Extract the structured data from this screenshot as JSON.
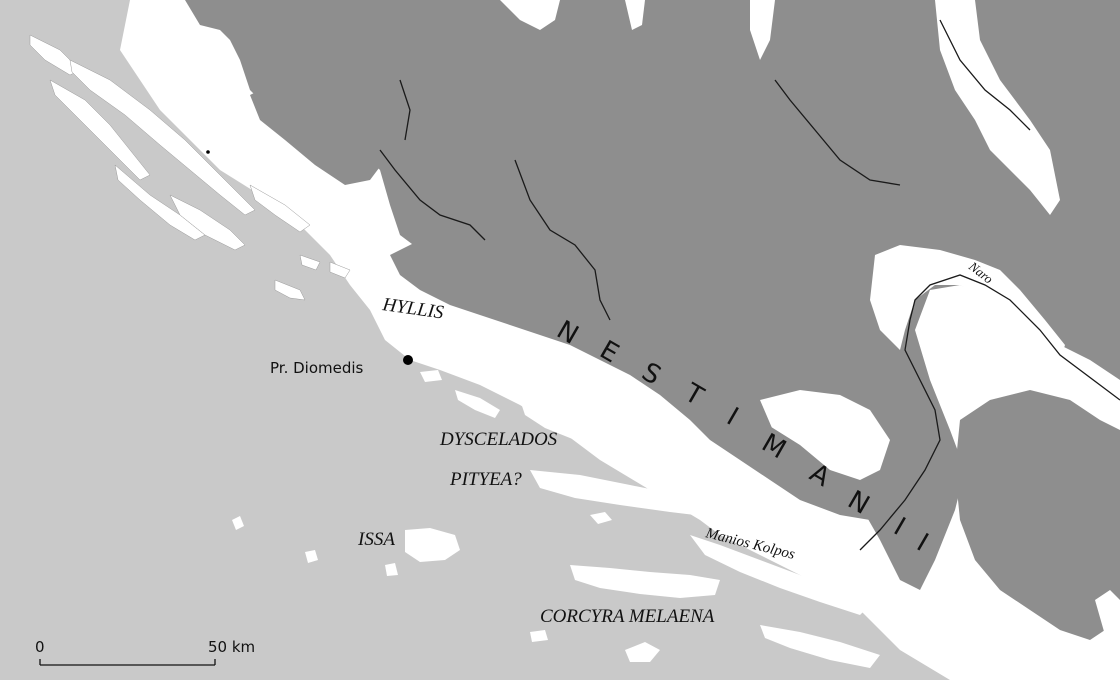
{
  "places": {
    "hyllis": "HYLLIS",
    "pr_diomedis": "Pr. Diomedis",
    "dyscelados": "DYSCELADOS",
    "pityea": "PITYEA?",
    "issa": "ISSA",
    "corcyra_melaena": "CORCYRA MELAENA",
    "manios_kolpos": "Manios Kolpos",
    "naro": "Naro"
  },
  "tribe": {
    "letters": [
      "N",
      "E",
      "S",
      "T",
      "I",
      "M",
      "A",
      "N",
      "I",
      "I"
    ]
  },
  "scale": {
    "start_label": "0",
    "end_label": "50 km"
  },
  "colors": {
    "sea": "#c9c9c9",
    "lowland": "#ffffff",
    "highland": "#8e8e8e",
    "river": "#1a1a1a"
  }
}
